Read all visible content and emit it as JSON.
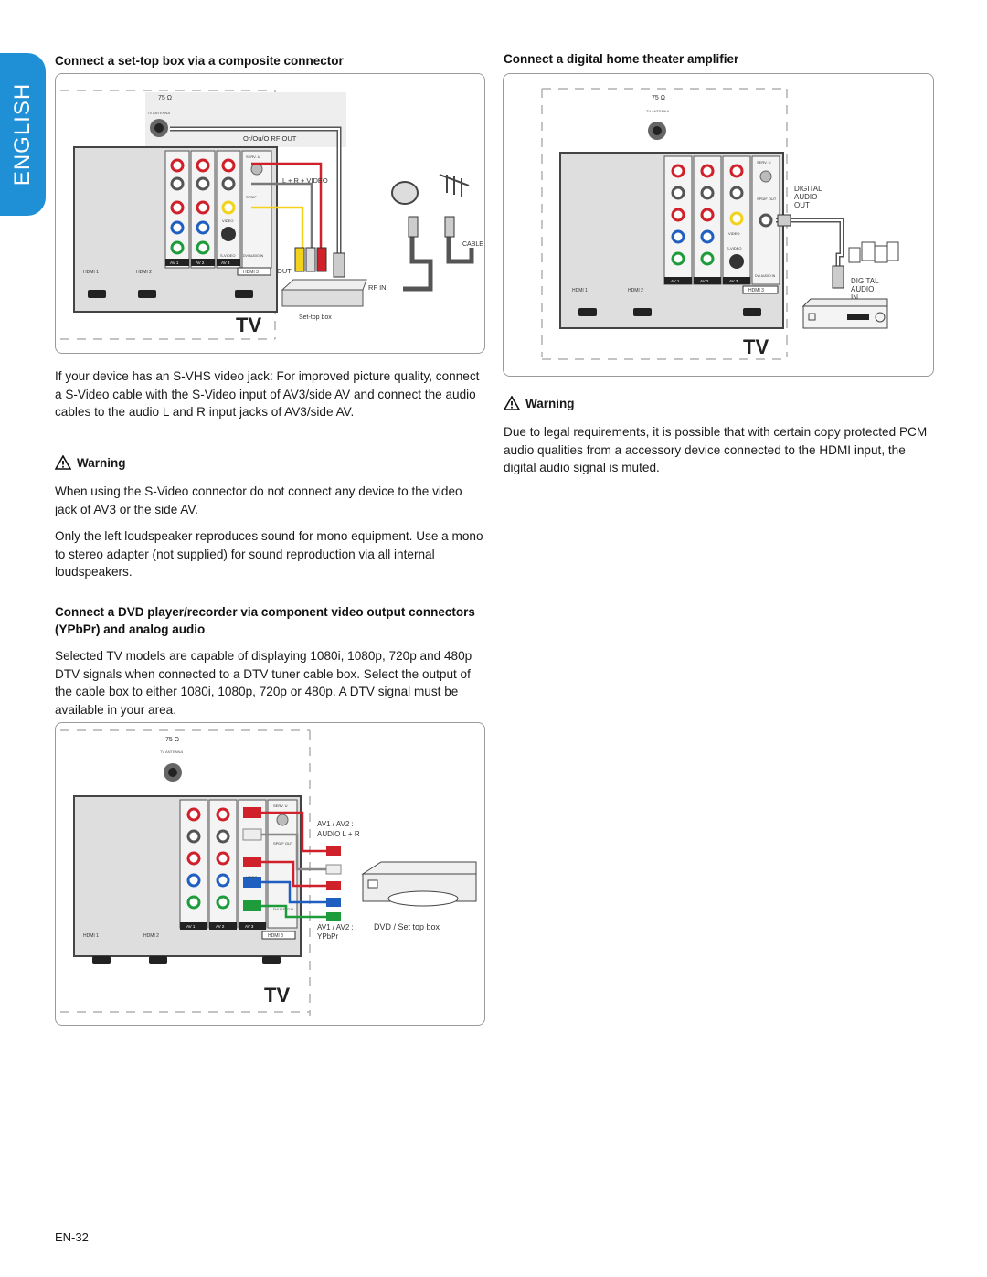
{
  "sidebar": {
    "language": "ENGLISH"
  },
  "left": {
    "heading1": "Connect a set-top box via a composite connector",
    "para1": "If your device has an S-VHS video jack: For improved picture quality, connect a S-Video cable with the S-Video input of AV3/side AV and connect the audio cables to the audio L and R input jacks of AV3/side AV.",
    "warning_label": "Warning",
    "warning_text": "When using the S-Video connector do not connect any device to the video jack of AV3 or the side AV.",
    "para2": "Only the left loudspeaker reproduces sound for mono equipment. Use a mono to stereo adapter (not supplied) for sound reproduction via all internal loudspeakers.",
    "heading2": "Connect a DVD player/recorder via component video output connectors (YPbPr) and analog audio",
    "para3": "Selected TV models are capable of displaying 1080i, 1080p, 720p and 480p DTV signals when connected to a DTV tuner cable box. Select the output of the cable box to either 1080i, 1080p, 720p or 480p. A DTV signal must be available in your area."
  },
  "right": {
    "heading": "Connect a digital home theater amplifier",
    "warning_label": "Warning",
    "warning_text": "Due to legal requirements, it is possible that with certain copy protected PCM audio qualities from a accessory device connected to the HDMI input, the digital audio signal is muted."
  },
  "panel": {
    "ohm": "75 Ω",
    "antenna": "TV ANTENNA",
    "hdmi1": "HDMI 1",
    "hdmi2": "HDMI 2",
    "hdmi3": "HDMI 3",
    "av1": "AV 1",
    "av2": "AV 2",
    "av3": "AV 3",
    "serv": "SERV. U",
    "spdif": "SPDIF OUT",
    "dvi": "DVI AUDIO IN",
    "video": "VIDEO",
    "svideo": "S-VIDEO",
    "tv": "TV"
  },
  "fig1": {
    "rf_out": "Or/Ou/O RF OUT",
    "lrvideo": "L + R + VIDEO",
    "cable": "CABLE",
    "out": "OUT",
    "rf_in": "RF IN",
    "stb": "Set-top box"
  },
  "fig2": {
    "digital_out": [
      "DIGITAL",
      "AUDIO",
      "OUT"
    ],
    "digital_in": [
      "DIGITAL",
      "AUDIO",
      "IN"
    ]
  },
  "fig3": {
    "audio_label": [
      "AV1 / AV2 :",
      "AUDIO L + R"
    ],
    "ypbpr_label": [
      "AV1 / AV2 :",
      "YPbPr"
    ],
    "device": "DVD / Set top box"
  },
  "page_number": "EN-32",
  "colors": {
    "accent": "#1f8fd6",
    "red": "#d0202a",
    "green": "#1e9b3a",
    "blue": "#1f5fbf",
    "yellow": "#f2d21b"
  }
}
